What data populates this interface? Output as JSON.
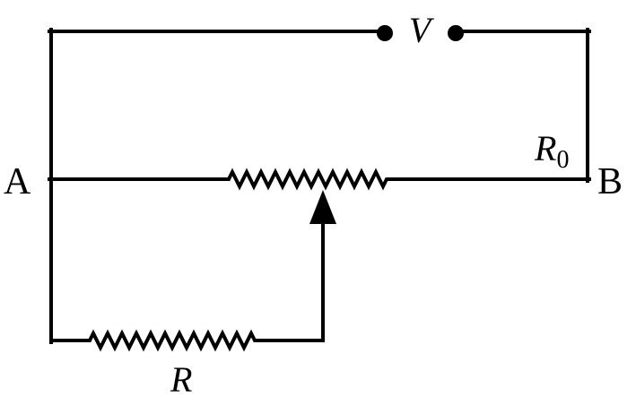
{
  "diagram": {
    "type": "circuit-diagram",
    "labels": {
      "node_a": "A",
      "node_b": "B",
      "voltmeter": "V",
      "resistor_r0_base": "R",
      "resistor_r0_sub": "0",
      "resistor_r": "R"
    },
    "colors": {
      "wire": "#000000",
      "background": "#ffffff"
    }
  }
}
